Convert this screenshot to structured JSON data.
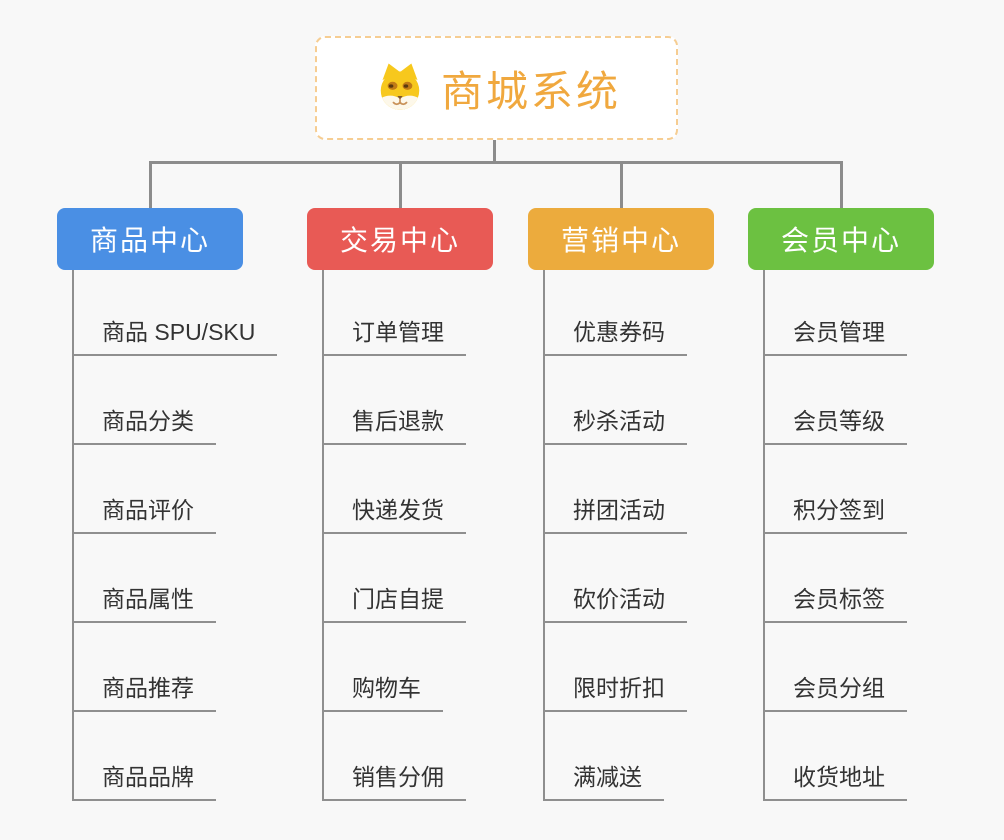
{
  "root": {
    "title": "商城系统",
    "icon": "dog-face-icon"
  },
  "colors": {
    "background": "#f8f8f8",
    "connector": "#8c8c8c",
    "underline": "#8f8f8f",
    "item_text": "#333333",
    "root_text": "#f0a83e",
    "root_border": "#f6cd92",
    "branch_blue": "#4a8fe4",
    "branch_red": "#e85a55",
    "branch_orange": "#ecab3d",
    "branch_green": "#6cc141"
  },
  "branches": [
    {
      "label": "商品中心",
      "color": "#4a8fe4",
      "items": [
        "商品 SPU/SKU",
        "商品分类",
        "商品评价",
        "商品属性",
        "商品推荐",
        "商品品牌"
      ]
    },
    {
      "label": "交易中心",
      "color": "#e85a55",
      "items": [
        "订单管理",
        "售后退款",
        "快递发货",
        "门店自提",
        "购物车",
        "销售分佣"
      ]
    },
    {
      "label": "营销中心",
      "color": "#ecab3d",
      "items": [
        "优惠券码",
        "秒杀活动",
        "拼团活动",
        "砍价活动",
        "限时折扣",
        "满减送"
      ]
    },
    {
      "label": "会员中心",
      "color": "#6cc141",
      "items": [
        "会员管理",
        "会员等级",
        "积分签到",
        "会员标签",
        "会员分组",
        "收货地址"
      ]
    }
  ]
}
